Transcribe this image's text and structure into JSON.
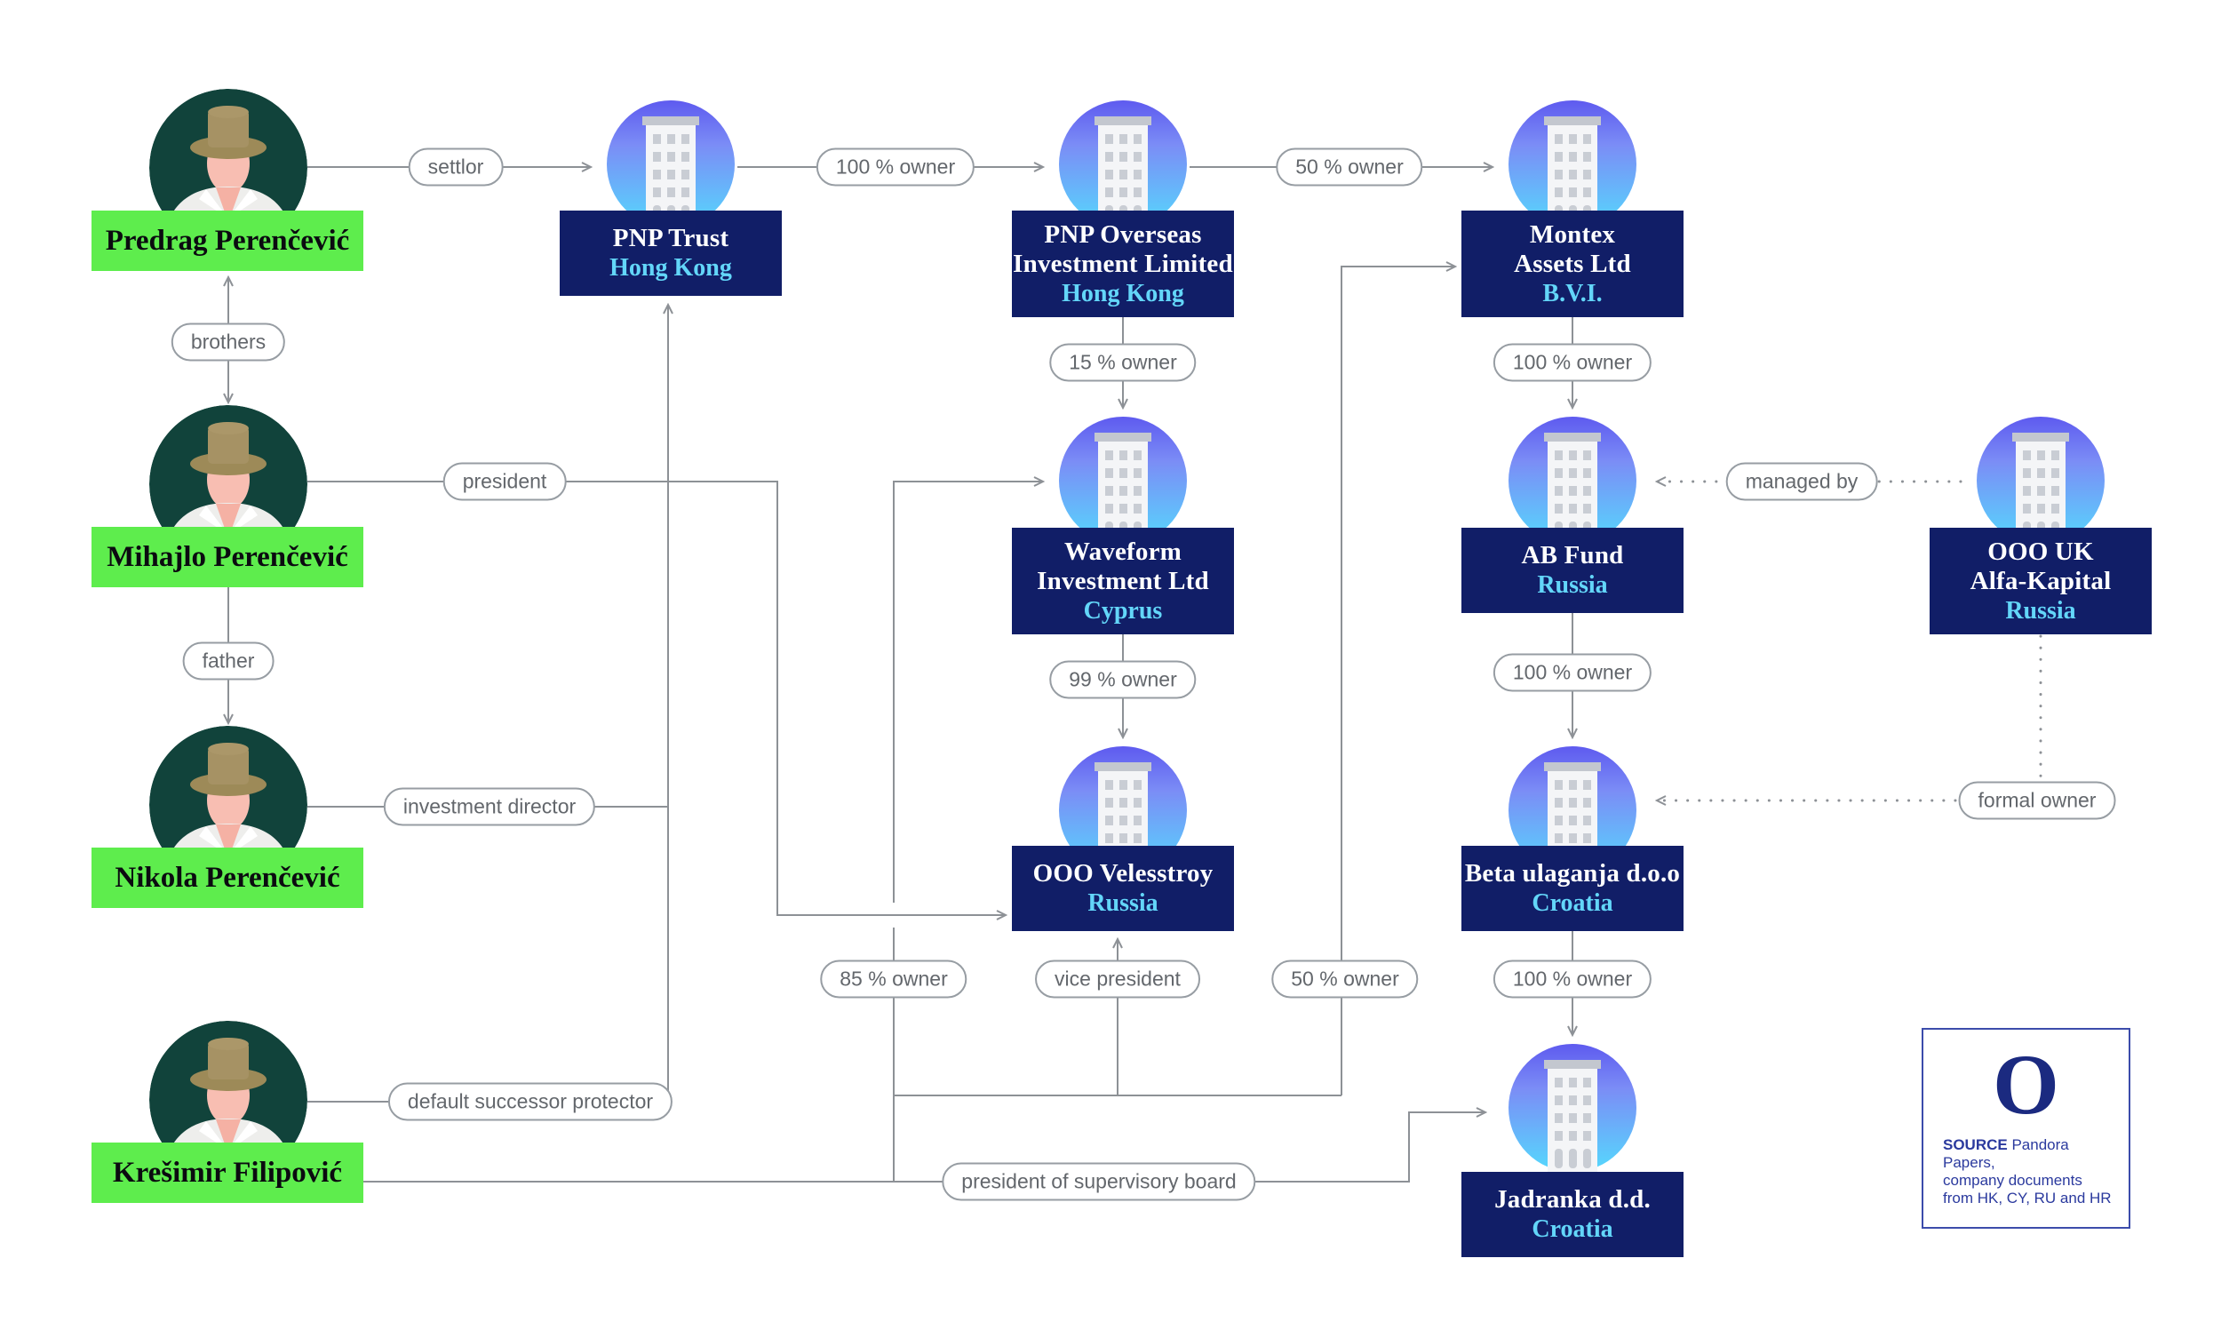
{
  "people": [
    {
      "id": "predrag",
      "name": "Predrag Perenčević"
    },
    {
      "id": "mihajlo",
      "name": "Mihajlo Perenčević"
    },
    {
      "id": "nikola",
      "name": "Nikola Perenčević"
    },
    {
      "id": "kresimir",
      "name": "Krešimir Filipović"
    }
  ],
  "companies": [
    {
      "id": "pnp-trust",
      "lines": [
        "PNP Trust"
      ],
      "location": "Hong Kong"
    },
    {
      "id": "pnp-overseas",
      "lines": [
        "PNP Overseas",
        "Investment Limited"
      ],
      "location": "Hong Kong"
    },
    {
      "id": "montex",
      "lines": [
        "Montex",
        "Assets Ltd"
      ],
      "location": "B.V.I."
    },
    {
      "id": "waveform",
      "lines": [
        "Waveform",
        "Investment Ltd"
      ],
      "location": "Cyprus"
    },
    {
      "id": "ab-fund",
      "lines": [
        "AB Fund"
      ],
      "location": "Russia"
    },
    {
      "id": "alfa-kapital",
      "lines": [
        "OOO UK",
        "Alfa-Kapital"
      ],
      "location": "Russia"
    },
    {
      "id": "velesstroy",
      "lines": [
        "OOO Velesstroy"
      ],
      "location": "Russia"
    },
    {
      "id": "beta-ulaganja",
      "lines": [
        "Beta ulaganja d.o.o"
      ],
      "location": "Croatia"
    },
    {
      "id": "jadranka",
      "lines": [
        "Jadranka d.d."
      ],
      "location": "Croatia"
    }
  ],
  "relations": {
    "settlor": "settlor",
    "owner100_top": "100 % owner",
    "owner50_top": "50 % owner",
    "brothers": "brothers",
    "father": "father",
    "president": "president",
    "owner15": "15 % owner",
    "managed_by": "managed by",
    "owner99": "99 % owner",
    "owner100_montex": "100 % owner",
    "owner100_ab": "100 % owner",
    "investment_director": "investment director",
    "formal_owner": "formal owner",
    "owner85": "85 % owner",
    "vice_president": "vice president",
    "owner50_bottom": "50 % owner",
    "owner100_beta": "100 % owner",
    "protector": "default successor protector",
    "supervisory": "president of supervisory board"
  },
  "source_box": {
    "logo": "O",
    "label": "SOURCE",
    "line1": "Pandora Papers,",
    "line2": "company documents",
    "line3": "from HK, CY, RU and HR"
  },
  "icons": {
    "company": "building-icon",
    "person": "person-icon",
    "source_logo": "occrp-o-logo"
  },
  "colors": {
    "accent_green": "#5eed4d",
    "navy": "#111e67",
    "location_cyan": "#63d6f9",
    "line_gray": "#8d9196",
    "pill_text": "#63676c",
    "circle_gradient_top": "#5e5aef",
    "circle_gradient_bottom": "#55d9fd",
    "avatar_teal": "#11433b",
    "source_navy": "#2b3a9e"
  }
}
